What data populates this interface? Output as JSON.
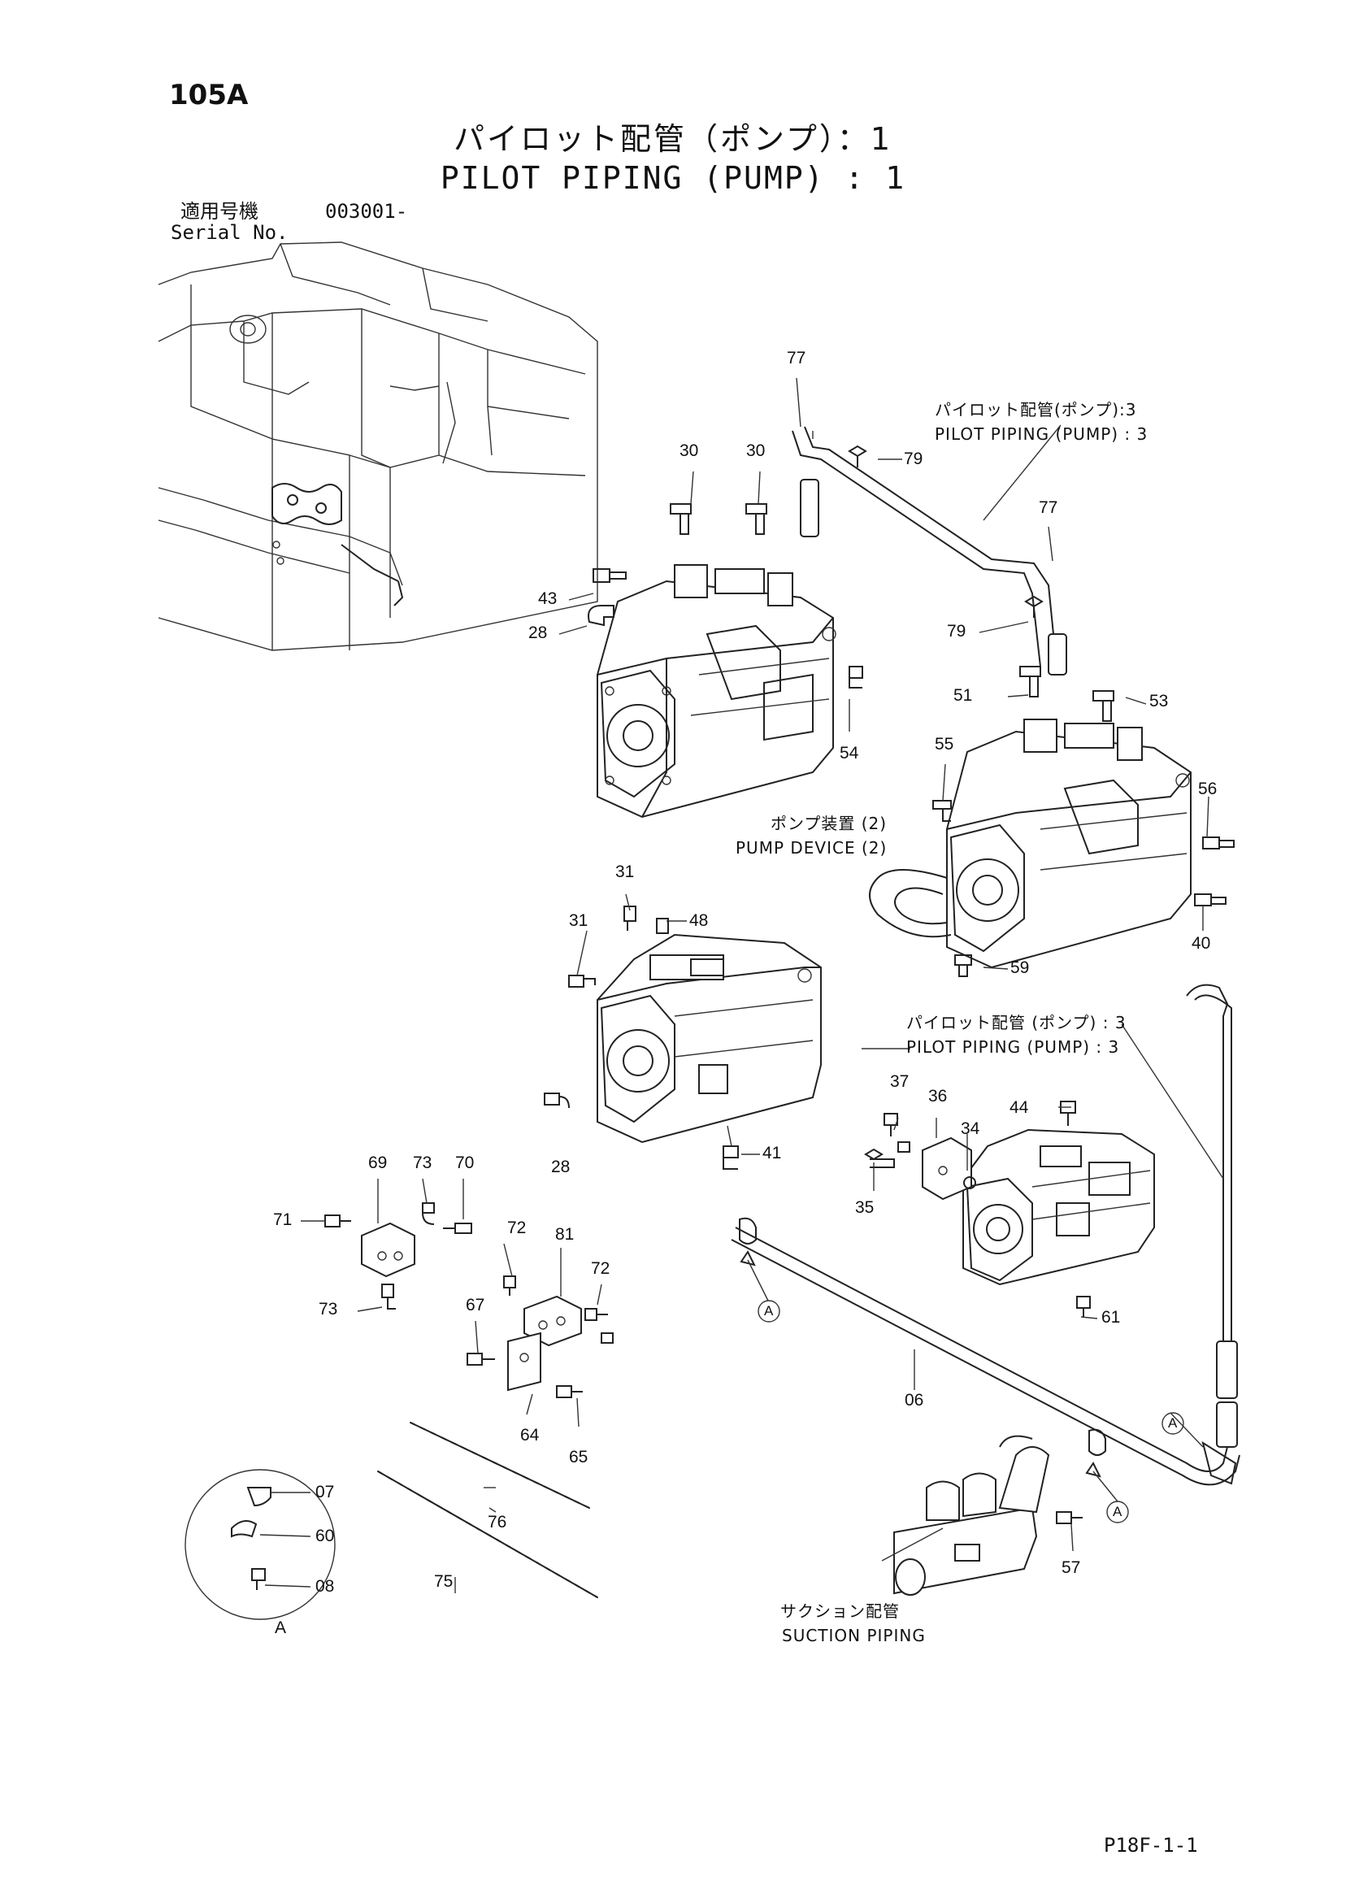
{
  "page_code": "105A",
  "title_jp": "パイロット配管（ポンプ）：1",
  "title_en": "PILOT PIPING (PUMP) : 1",
  "serial": {
    "label_jp": "適用号機",
    "label_en": "Serial No.",
    "number": "003001-"
  },
  "notes": {
    "pilot_piping_1_jp": "パイロット配管(ポンプ):3",
    "pilot_piping_1_en": "PILOT PIPING (PUMP) : 3",
    "pump_device_jp": "ポンプ装置 (2)",
    "pump_device_en": "PUMP DEVICE (2)",
    "pilot_piping_2_jp": "パイロット配管 (ポンプ) : 3",
    "pilot_piping_2_en": "PILOT PIPING (PUMP) : 3",
    "suction_jp": "サクション配管",
    "suction_en": "SUCTION PIPING",
    "detail_label": "A"
  },
  "callouts": {
    "c77a": "77",
    "c79a": "79",
    "c30a": "30",
    "c30b": "30",
    "c77b": "77",
    "c43": "43",
    "c28a": "28",
    "c79b": "79",
    "c51": "51",
    "c53": "53",
    "c54": "54",
    "c55": "55",
    "c56": "56",
    "c31a": "31",
    "c48": "48",
    "c31b": "31",
    "c40": "40",
    "c59": "59",
    "c28b": "28",
    "c41": "41",
    "c37": "37",
    "c36": "36",
    "c34": "34",
    "c44": "44",
    "c35": "35",
    "c69": "69",
    "c73a": "73",
    "c70": "70",
    "c71": "71",
    "c72a": "72",
    "c81": "81",
    "c72b": "72",
    "c73b": "73",
    "c67": "67",
    "c61": "61",
    "c64": "64",
    "c65": "65",
    "c06": "06",
    "c76": "76",
    "c75": "75",
    "c07": "07",
    "c60": "60",
    "c08": "08",
    "c57": "57",
    "markA1": "A",
    "markA2": "A",
    "markA3": "A"
  },
  "footer_code": "P18F-1-1"
}
